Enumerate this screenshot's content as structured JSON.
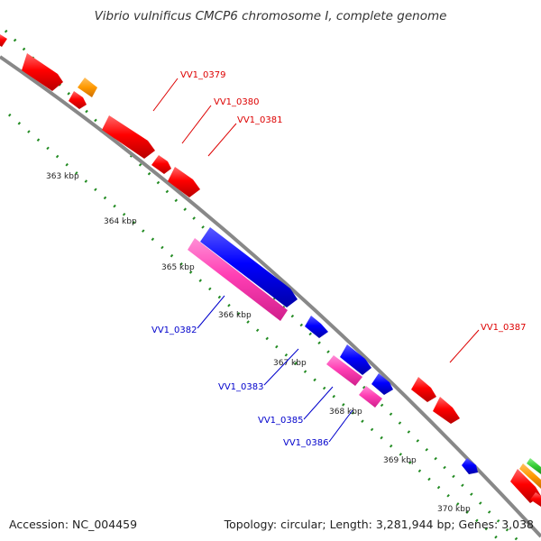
{
  "title": "Vibrio vulnificus CMCP6 chromosome I, complete genome",
  "footer": {
    "accession": "Accession: NC_004459",
    "topology": "Topology: circular; Length: 3,281,944 bp; Genes: 3,038"
  },
  "colors": {
    "backbone": "#888888",
    "tick": "#228B22",
    "red": "#ff0000",
    "blue": "#0000ff",
    "pink": "#ff3fb4",
    "orange": "#ff9900",
    "green": "#33cc33",
    "label_red": "#dd0000",
    "label_blue": "#0000cc"
  },
  "kbp_labels": [
    "363 kbp",
    "364 kbp",
    "365 kbp",
    "366 kbp",
    "367 kbp",
    "368 kbp",
    "369 kbp",
    "370 kbp"
  ],
  "gene_labels": [
    "VV1_0379",
    "VV1_0380",
    "VV1_0381",
    "VV1_0382",
    "VV1_0383",
    "VV1_0385",
    "VV1_0386",
    "VV1_0387"
  ]
}
